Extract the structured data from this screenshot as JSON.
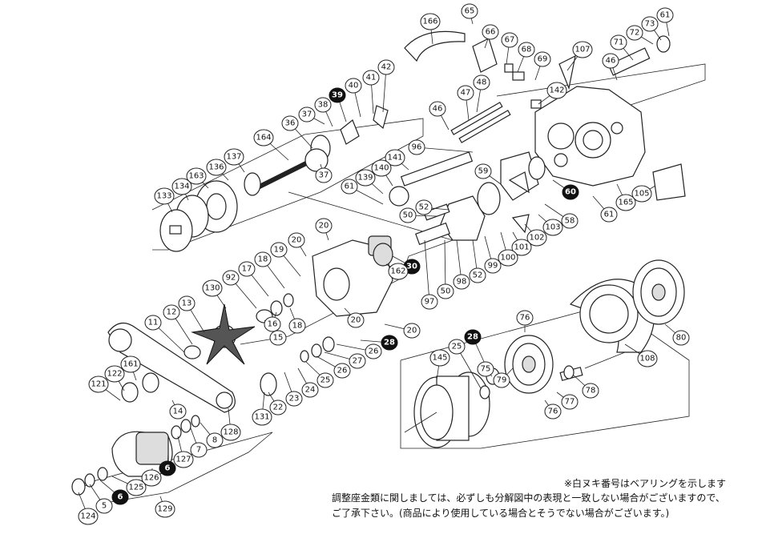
{
  "diagram": {
    "parts": [
      {
        "id": "part-65",
        "label": "65",
        "filled": false
      },
      {
        "id": "part-166",
        "label": "166",
        "filled": false
      },
      {
        "id": "part-66",
        "label": "66",
        "filled": false
      },
      {
        "id": "part-67",
        "label": "67",
        "filled": false
      },
      {
        "id": "part-68",
        "label": "68",
        "filled": false
      },
      {
        "id": "part-69",
        "label": "69",
        "filled": false
      },
      {
        "id": "part-107",
        "label": "107",
        "filled": false
      },
      {
        "id": "part-46a",
        "label": "46",
        "filled": false
      },
      {
        "id": "part-61a",
        "label": "61",
        "filled": false
      },
      {
        "id": "part-73",
        "label": "73",
        "filled": false
      },
      {
        "id": "part-72",
        "label": "72",
        "filled": false
      },
      {
        "id": "part-71",
        "label": "71",
        "filled": false
      },
      {
        "id": "part-42",
        "label": "42",
        "filled": false
      },
      {
        "id": "part-41",
        "label": "41",
        "filled": false
      },
      {
        "id": "part-40",
        "label": "40",
        "filled": false
      },
      {
        "id": "part-39",
        "label": "39",
        "filled": true
      },
      {
        "id": "part-38",
        "label": "38",
        "filled": false
      },
      {
        "id": "part-37a",
        "label": "37",
        "filled": false
      },
      {
        "id": "part-36",
        "label": "36",
        "filled": false
      },
      {
        "id": "part-37b",
        "label": "37",
        "filled": false
      },
      {
        "id": "part-48",
        "label": "48",
        "filled": false
      },
      {
        "id": "part-47",
        "label": "47",
        "filled": false
      },
      {
        "id": "part-46b",
        "label": "46",
        "filled": false
      },
      {
        "id": "part-142",
        "label": "142",
        "filled": false
      },
      {
        "id": "part-164",
        "label": "164",
        "filled": false
      },
      {
        "id": "part-137",
        "label": "137",
        "filled": false
      },
      {
        "id": "part-136",
        "label": "136",
        "filled": false
      },
      {
        "id": "part-163",
        "label": "163",
        "filled": false
      },
      {
        "id": "part-134",
        "label": "134",
        "filled": false
      },
      {
        "id": "part-133",
        "label": "133",
        "filled": false
      },
      {
        "id": "part-96",
        "label": "96",
        "filled": false
      },
      {
        "id": "part-141",
        "label": "141",
        "filled": false
      },
      {
        "id": "part-140",
        "label": "140",
        "filled": false
      },
      {
        "id": "part-139",
        "label": "139",
        "filled": false
      },
      {
        "id": "part-61b",
        "label": "61",
        "filled": false
      },
      {
        "id": "part-59",
        "label": "59",
        "filled": false
      },
      {
        "id": "part-60",
        "label": "60",
        "filled": true
      },
      {
        "id": "part-61c",
        "label": "61",
        "filled": false
      },
      {
        "id": "part-165",
        "label": "165",
        "filled": false
      },
      {
        "id": "part-105",
        "label": "105",
        "filled": false
      },
      {
        "id": "part-52a",
        "label": "52",
        "filled": false
      },
      {
        "id": "part-50a",
        "label": "50",
        "filled": false
      },
      {
        "id": "part-58",
        "label": "58",
        "filled": false
      },
      {
        "id": "part-103",
        "label": "103",
        "filled": false
      },
      {
        "id": "part-102",
        "label": "102",
        "filled": false
      },
      {
        "id": "part-101",
        "label": "101",
        "filled": false
      },
      {
        "id": "part-100",
        "label": "100",
        "filled": false
      },
      {
        "id": "part-99",
        "label": "99",
        "filled": false
      },
      {
        "id": "part-52b",
        "label": "52",
        "filled": false
      },
      {
        "id": "part-98",
        "label": "98",
        "filled": false
      },
      {
        "id": "part-50b",
        "label": "50",
        "filled": false
      },
      {
        "id": "part-97",
        "label": "97",
        "filled": false
      },
      {
        "id": "part-20a",
        "label": "20",
        "filled": false
      },
      {
        "id": "part-20b",
        "label": "20",
        "filled": false
      },
      {
        "id": "part-19",
        "label": "19",
        "filled": false
      },
      {
        "id": "part-18a",
        "label": "18",
        "filled": false
      },
      {
        "id": "part-17",
        "label": "17",
        "filled": false
      },
      {
        "id": "part-92",
        "label": "92",
        "filled": false
      },
      {
        "id": "part-130",
        "label": "130",
        "filled": false
      },
      {
        "id": "part-30",
        "label": "30",
        "filled": true
      },
      {
        "id": "part-162",
        "label": "162",
        "filled": false
      },
      {
        "id": "part-16",
        "label": "16",
        "filled": false
      },
      {
        "id": "part-18b",
        "label": "18",
        "filled": false
      },
      {
        "id": "part-15",
        "label": "15",
        "filled": false
      },
      {
        "id": "part-20c",
        "label": "20",
        "filled": false
      },
      {
        "id": "part-20d",
        "label": "20",
        "filled": false
      },
      {
        "id": "part-13",
        "label": "13",
        "filled": false
      },
      {
        "id": "part-12",
        "label": "12",
        "filled": false
      },
      {
        "id": "part-11",
        "label": "11",
        "filled": false
      },
      {
        "id": "part-28a",
        "label": "28",
        "filled": true
      },
      {
        "id": "part-26a",
        "label": "26",
        "filled": false
      },
      {
        "id": "part-27",
        "label": "27",
        "filled": false
      },
      {
        "id": "part-26b",
        "label": "26",
        "filled": false
      },
      {
        "id": "part-25a",
        "label": "25",
        "filled": false
      },
      {
        "id": "part-24",
        "label": "24",
        "filled": false
      },
      {
        "id": "part-23",
        "label": "23",
        "filled": false
      },
      {
        "id": "part-22",
        "label": "22",
        "filled": false
      },
      {
        "id": "part-131",
        "label": "131",
        "filled": false
      },
      {
        "id": "part-161",
        "label": "161",
        "filled": false
      },
      {
        "id": "part-122",
        "label": "122",
        "filled": false
      },
      {
        "id": "part-121",
        "label": "121",
        "filled": false
      },
      {
        "id": "part-14",
        "label": "14",
        "filled": false
      },
      {
        "id": "part-128",
        "label": "128",
        "filled": false
      },
      {
        "id": "part-8",
        "label": "8",
        "filled": false
      },
      {
        "id": "part-7",
        "label": "7",
        "filled": false
      },
      {
        "id": "part-127",
        "label": "127",
        "filled": false
      },
      {
        "id": "part-6a",
        "label": "6",
        "filled": true
      },
      {
        "id": "part-126",
        "label": "126",
        "filled": false
      },
      {
        "id": "part-125",
        "label": "125",
        "filled": false
      },
      {
        "id": "part-6b",
        "label": "6",
        "filled": true
      },
      {
        "id": "part-5",
        "label": "5",
        "filled": false
      },
      {
        "id": "part-124",
        "label": "124",
        "filled": false
      },
      {
        "id": "part-129",
        "label": "129",
        "filled": false
      },
      {
        "id": "part-80",
        "label": "80",
        "filled": false
      },
      {
        "id": "part-108",
        "label": "108",
        "filled": false
      },
      {
        "id": "part-76a",
        "label": "76",
        "filled": false
      },
      {
        "id": "part-28b",
        "label": "28",
        "filled": true
      },
      {
        "id": "part-25b",
        "label": "25",
        "filled": false
      },
      {
        "id": "part-145",
        "label": "145",
        "filled": false
      },
      {
        "id": "part-75",
        "label": "75",
        "filled": false
      },
      {
        "id": "part-79",
        "label": "79",
        "filled": false
      },
      {
        "id": "part-78",
        "label": "78",
        "filled": false
      },
      {
        "id": "part-77",
        "label": "77",
        "filled": false
      },
      {
        "id": "part-76b",
        "label": "76",
        "filled": false
      }
    ]
  },
  "notes": {
    "bearing": "※白ヌキ番号はベアリングを示します",
    "line1": "調整座金類に関しましては、必ずしも分解図中の表現と一致しない場合がございますので、",
    "line2": "ご了承下さい。(商品により使用している場合とそうでない場合がございます。)"
  }
}
